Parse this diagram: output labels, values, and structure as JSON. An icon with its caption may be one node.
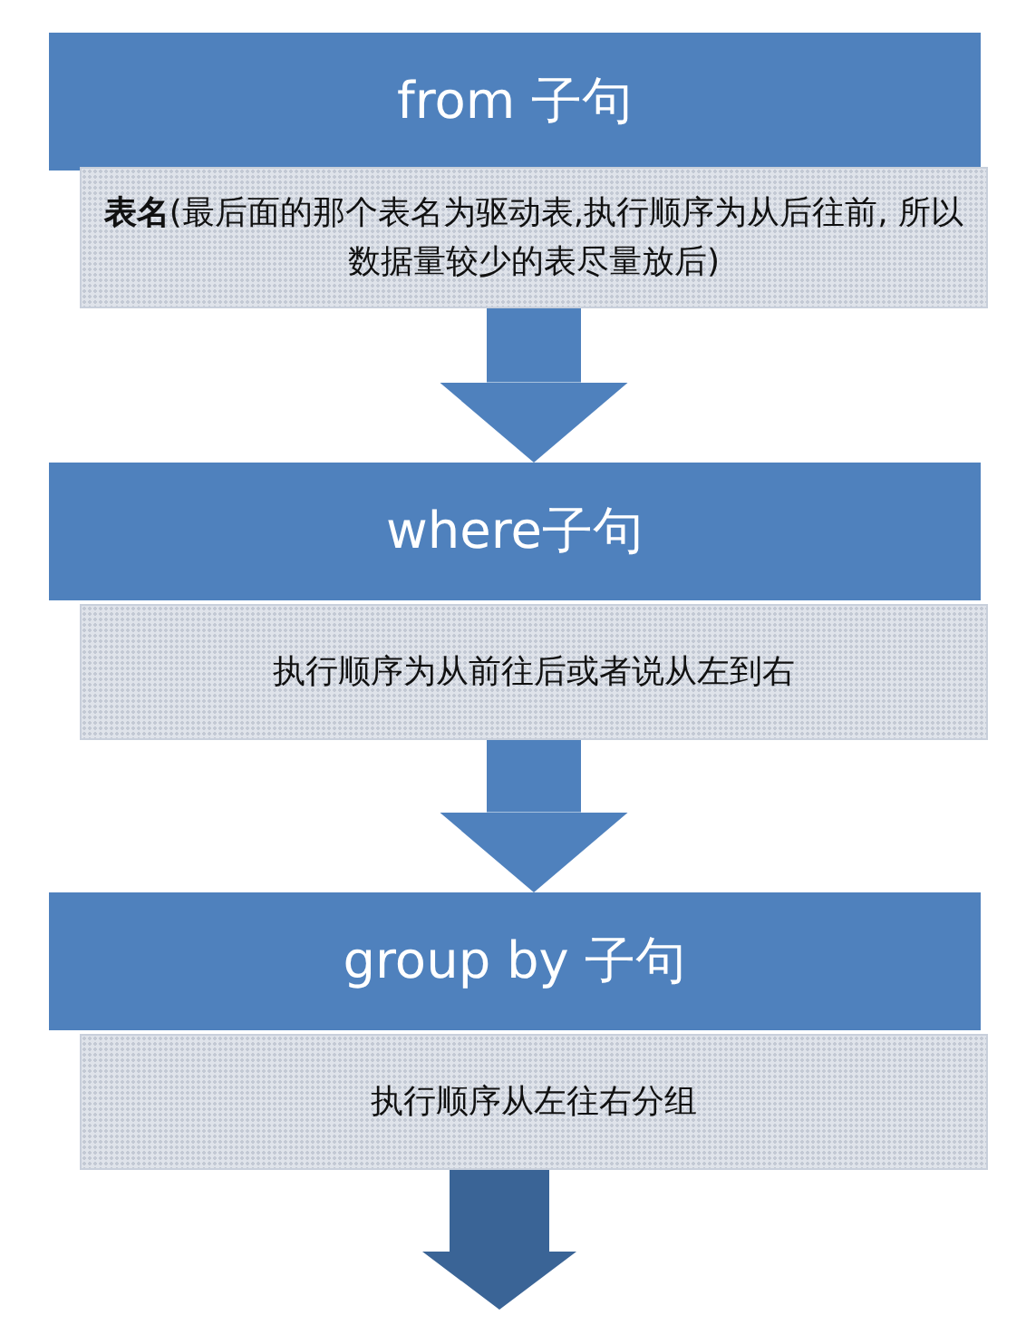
{
  "diagram": {
    "nodes": [
      {
        "text": [
          "from 子句"
        ]
      },
      {
        "text": [
          "**表名**(最后面的那个表名为驱动表,执行顺序为从后往前, 所以数据量较少的表尽量放后)"
        ]
      },
      {
        "text": [
          "where子句"
        ]
      },
      {
        "text": [
          "执行顺序为从前往后或者说从左到右"
        ]
      },
      {
        "text": [
          "group by 子句"
        ]
      },
      {
        "text": [
          "执行顺序从左往右分组"
        ]
      }
    ],
    "edges": [
      {
        "from": 1,
        "to": 2,
        "arrow": "to"
      },
      {
        "from": 3,
        "to": 4,
        "arrow": "to"
      }
    ]
  }
}
